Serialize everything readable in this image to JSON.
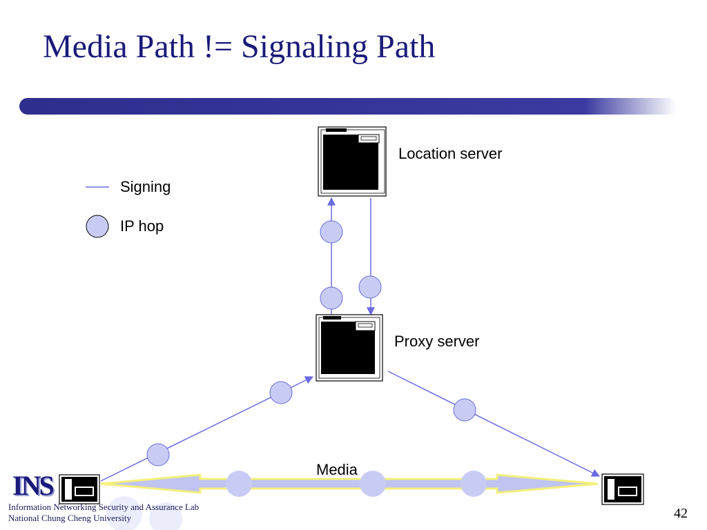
{
  "title": "Media Path != Signaling Path",
  "legend": {
    "signing_label": "Signing",
    "ip_hop_label": "IP hop"
  },
  "nodes": {
    "location_server": "Location server",
    "proxy_server": "Proxy server"
  },
  "media_label": "Media",
  "footer": {
    "logo_text": "INS",
    "line1": "Information Networking Security and Assurance Lab",
    "line2": "National Chung Cheng University"
  },
  "page_number": "42",
  "colors": {
    "title": "#1a1a7a",
    "bar": "#3a3a9a",
    "hop_fill": "#c8ccf4",
    "signal_line": "#6a6ae0",
    "media_arrow": "#c0c4f0",
    "media_glow": "#f4f07a"
  }
}
